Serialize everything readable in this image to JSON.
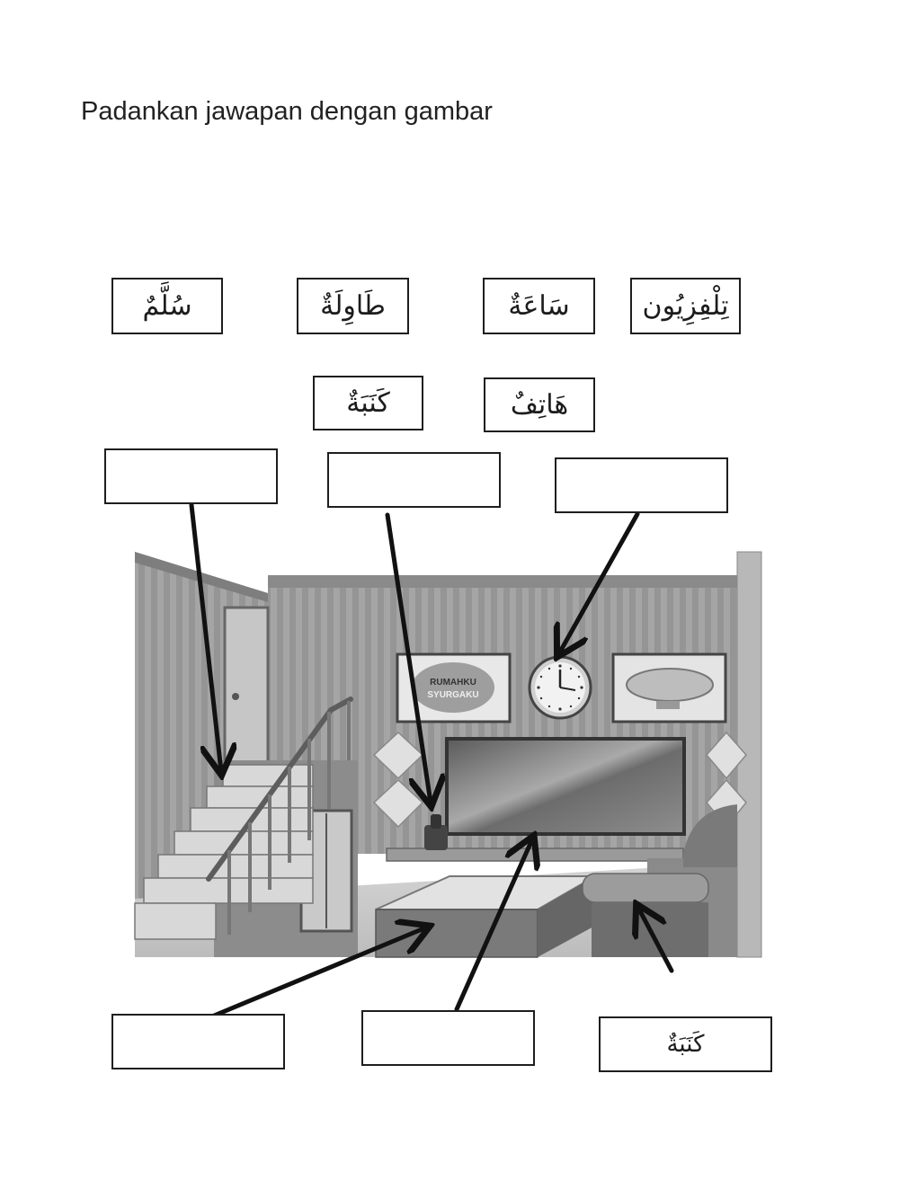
{
  "instruction": "Padankan jawapan dengan gambar",
  "word_bank": [
    {
      "id": "sullam",
      "text": "سُلَّمٌ"
    },
    {
      "id": "tawilah",
      "text": "طَاوِلَةٌ"
    },
    {
      "id": "saah",
      "text": "سَاعَةٌ"
    },
    {
      "id": "tilfizyun",
      "text": "تِلْفِزِيُون"
    },
    {
      "id": "kanabah",
      "text": "كَنَبَةٌ"
    },
    {
      "id": "hatif",
      "text": "هَاتِفٌ"
    }
  ],
  "answers": {
    "stairs": "",
    "phone": "",
    "clock": "",
    "table": "",
    "television": "",
    "sofa": "كَنَبَةٌ"
  },
  "poster_left": {
    "line1": "RUMAHKU",
    "line2": "SYURGAKU"
  },
  "colors": {
    "ink": "#1e1e1e",
    "wall": "#9a9a9a",
    "floor": "#c9c9c9"
  }
}
